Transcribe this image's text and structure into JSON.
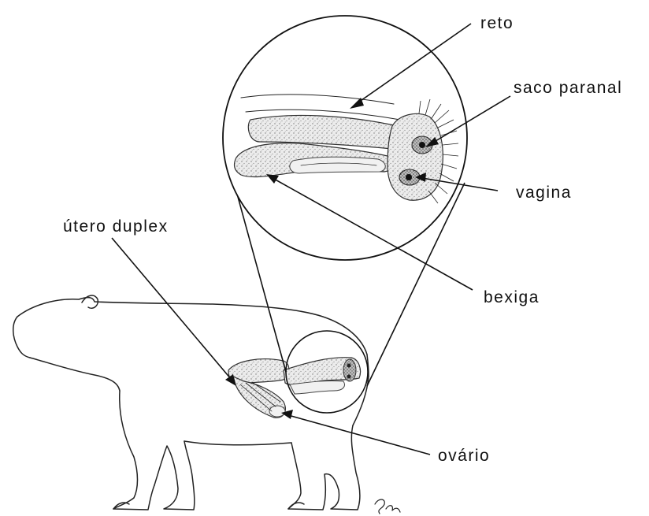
{
  "labels": {
    "reto": "reto",
    "saco_paranal": "saco paranal",
    "vagina": "vagina",
    "bexiga": "bexiga",
    "utero_duplex": "útero duplex",
    "ovario": "ovário"
  },
  "colors": {
    "ink": "#111111",
    "paper": "#ffffff"
  }
}
